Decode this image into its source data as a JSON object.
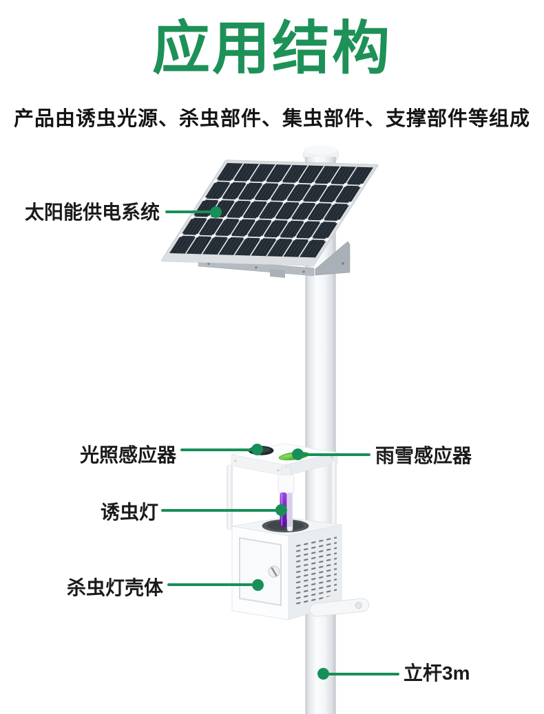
{
  "header": {
    "title": "应用结构",
    "subtitle": "产品由诱虫光源、杀虫部件、集虫部件、支撑部件等组成"
  },
  "colors": {
    "title_green": "#1d9157",
    "callout_green": "#178f58",
    "subtitle_black": "#141414",
    "panel_dark": "#222a33",
    "lamp_purple": "#7c1fc8",
    "rain_sensor_green": "#3fae1c",
    "device_white": "#f4f6f8"
  },
  "callouts": [
    {
      "id": "solar-power-system",
      "text": "太阳能供电系统",
      "side": "left"
    },
    {
      "id": "light-sensor",
      "text": "光照感应器",
      "side": "left"
    },
    {
      "id": "rain-snow-sensor",
      "text": "雨雪感应器",
      "side": "right"
    },
    {
      "id": "insect-lamp",
      "text": "诱虫灯",
      "side": "left"
    },
    {
      "id": "killer-housing",
      "text": "杀虫灯壳体",
      "side": "left"
    },
    {
      "id": "pole-3m",
      "text": "立杆3m",
      "side": "right"
    }
  ]
}
